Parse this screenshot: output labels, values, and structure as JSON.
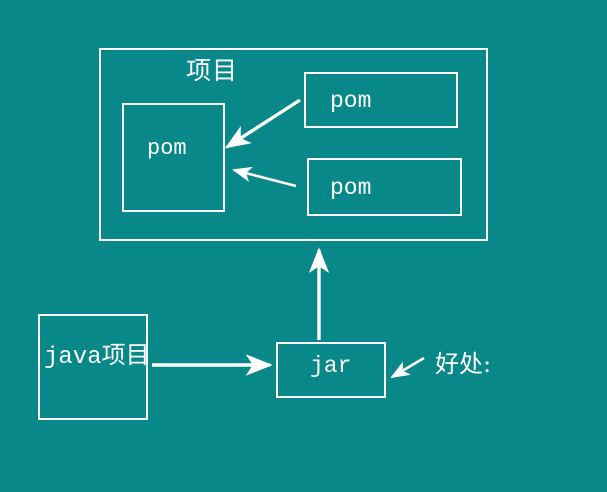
{
  "colors": {
    "background": "#088888",
    "line": "#ffffff",
    "text": "#ffffff"
  },
  "diagram": {
    "project_container": {
      "label": "项目"
    },
    "main_pom": {
      "label": "pom"
    },
    "module_pom_top": {
      "label": "pom"
    },
    "module_pom_bottom": {
      "label": "pom"
    },
    "java_project": {
      "label": "java项目"
    },
    "jar": {
      "label": "jar"
    },
    "benefits": {
      "label": "好处:"
    }
  },
  "edges": [
    {
      "name": "module-pom-top-to-main-pom",
      "from": "module_pom_top",
      "to": "main_pom"
    },
    {
      "name": "module-pom-bottom-to-main-pom",
      "from": "module_pom_bottom",
      "to": "main_pom"
    },
    {
      "name": "java-project-to-jar",
      "from": "java_project",
      "to": "jar"
    },
    {
      "name": "jar-to-project-container",
      "from": "jar",
      "to": "project_container"
    },
    {
      "name": "benefits-to-jar",
      "from": "benefits",
      "to": "jar"
    }
  ]
}
